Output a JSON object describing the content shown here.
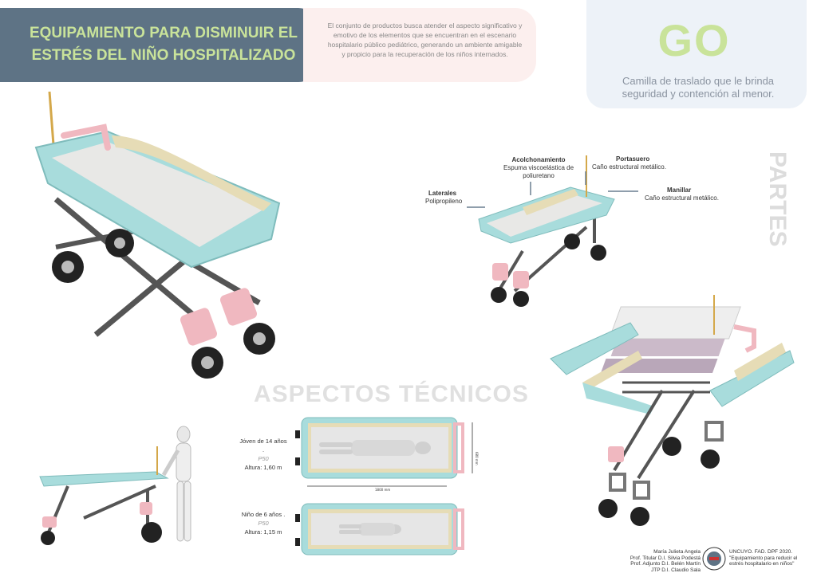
{
  "header": {
    "title_line1": "EQUIPAMIENTO PARA DISMINUIR EL",
    "title_line2": "ESTRÉS DEL NIÑO HOSPITALIZADO",
    "description": "El conjunto de productos busca atender el aspecto significativo y emotivo de los elementos que se encuentran en el escenario hospitalario público pediátrico, generando un ambiente amigable y propicio para la recuperación de los niños internados."
  },
  "product": {
    "name": "GO",
    "tagline": "Camilla de traslado que le brinda seguridad y contención al menor."
  },
  "parts": {
    "section_title": "PARTES",
    "items": [
      {
        "name": "Acolchonamiento",
        "material": "Espuma viscoelástica de poliuretano"
      },
      {
        "name": "Portasuero",
        "material": "Caño estructural metálico."
      },
      {
        "name": "Manillar",
        "material": "Caño estructural metálico."
      },
      {
        "name": "Laterales",
        "material": "Polipropileno"
      }
    ]
  },
  "technical": {
    "section_title": "ASPECTOS TÉCNICOS",
    "rows": [
      {
        "label": "Jóven de 14 años .",
        "percentile": "P50",
        "height": "Altura: 1,60 m"
      },
      {
        "label": "Niño de 6 años .",
        "percentile": "P50",
        "height": "Altura: 1,15 m"
      }
    ],
    "dim_length": "1800 mm",
    "dim_width": "680 mm"
  },
  "credits": {
    "left": [
      "María Julieta Angela",
      "Prof. Titular D.I. Silvia Podestá",
      "Prof. Adjunto D.I. Belén Martín",
      "JTP D.I. Claudio Sala"
    ],
    "right": [
      "UNCUYO. FAD. DPF 2020.",
      "\"Equipamiento para reducir el",
      "estrés hospitalario en niños\""
    ]
  },
  "colors": {
    "slate": "#5e7385",
    "lime": "#c9e39a",
    "pink_bg": "#fcefee",
    "blue_bg": "#edf2f8",
    "mint": "#a8dcdc",
    "pink_part": "#f0b8c0"
  }
}
